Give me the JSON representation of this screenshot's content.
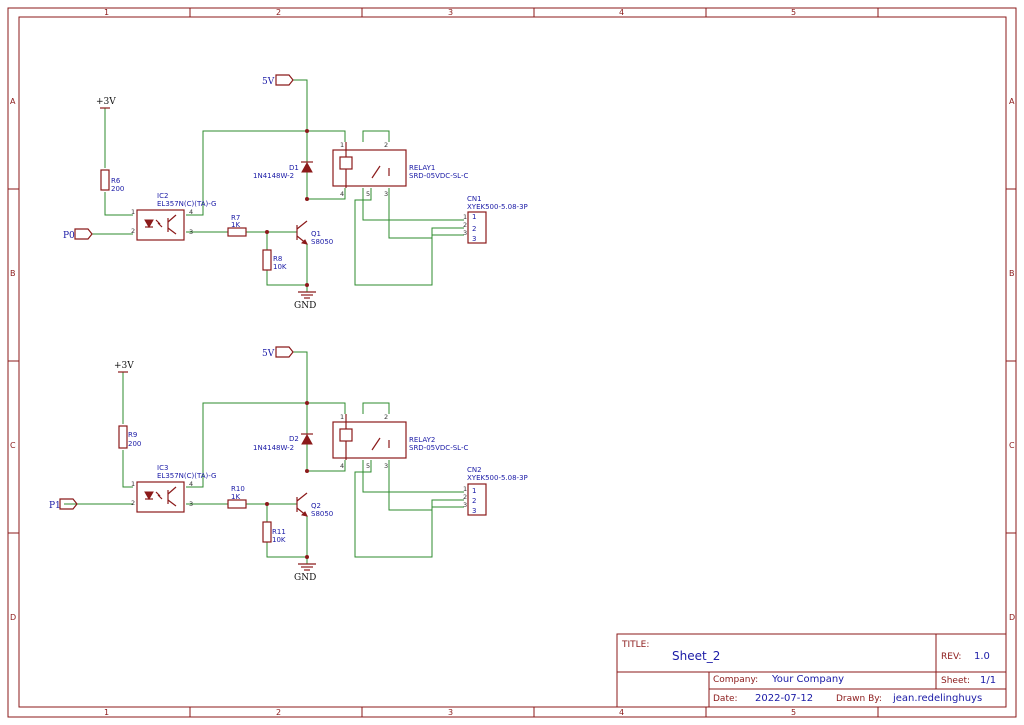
{
  "frame": {
    "columns": [
      "1",
      "2",
      "3",
      "4",
      "5"
    ],
    "rows": [
      "A",
      "B",
      "C",
      "D"
    ]
  },
  "circuit1": {
    "supply_in": "+3V",
    "supply_relay": "5V",
    "ground": "GND",
    "input_port": "P0",
    "r_pullup": {
      "ref": "R6",
      "value": "200"
    },
    "optocoupler": {
      "ref": "IC2",
      "value": "EL357N(C)(TA)-G"
    },
    "r_base": {
      "ref": "R7",
      "value": "1K"
    },
    "r_pulldown": {
      "ref": "R8",
      "value": "10K"
    },
    "transistor": {
      "ref": "Q1",
      "value": "S8050"
    },
    "diode": {
      "ref": "D1",
      "value": "1N4148W-2"
    },
    "relay": {
      "ref": "RELAY1",
      "value": "SRD-05VDC-SL-C"
    },
    "connector": {
      "ref": "CN1",
      "value": "XYEK500-5.08-3P"
    }
  },
  "circuit2": {
    "supply_in": "+3V",
    "supply_relay": "5V",
    "ground": "GND",
    "input_port": "P1",
    "r_pullup": {
      "ref": "R9",
      "value": "200"
    },
    "optocoupler": {
      "ref": "IC3",
      "value": "EL357N(C)(TA)-G"
    },
    "r_base": {
      "ref": "R10",
      "value": "1K"
    },
    "r_pulldown": {
      "ref": "R11",
      "value": "10K"
    },
    "transistor": {
      "ref": "Q2",
      "value": "S8050"
    },
    "diode": {
      "ref": "D2",
      "value": "1N4148W-2"
    },
    "relay": {
      "ref": "RELAY2",
      "value": "SRD-05VDC-SL-C"
    },
    "connector": {
      "ref": "CN2",
      "value": "XYEK500-5.08-3P"
    }
  },
  "pins": {
    "opto": [
      "1",
      "2",
      "3",
      "4"
    ],
    "relay": [
      "1",
      "2",
      "4",
      "5",
      "3"
    ],
    "connector": [
      "1",
      "2",
      "3"
    ]
  },
  "title_block": {
    "title_label": "TITLE:",
    "title": "Sheet_2",
    "rev_label": "REV:",
    "rev": "1.0",
    "company_label": "Company:",
    "company": "Your Company",
    "sheet_label": "Sheet:",
    "sheet": "1/1",
    "date_label": "Date:",
    "date": "2022-07-12",
    "drawn_by_label": "Drawn By:",
    "drawn_by": "jean.redelinghuys"
  }
}
